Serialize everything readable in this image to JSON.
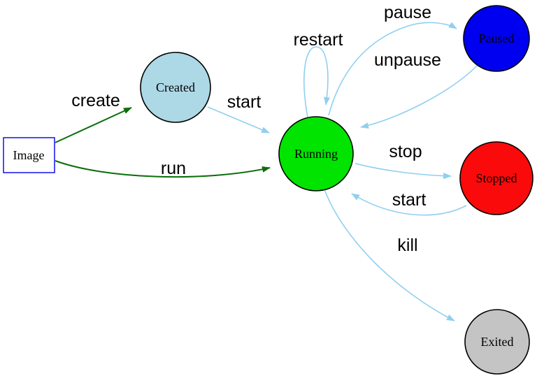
{
  "colors": {
    "background": "#FFFFFF",
    "edge_flow": "#90CFEF",
    "edge_create": "#0B6E0B",
    "label": "#000000",
    "node_outline": "#000000",
    "image_outline": "#2020EE"
  },
  "nodes": {
    "image": {
      "label": "Image",
      "shape": "rectangle",
      "fill": "#FFFFFF",
      "outline": "#2020EE"
    },
    "created": {
      "label": "Created",
      "shape": "circle",
      "fill": "#ADD8E6",
      "outline": "#000000"
    },
    "running": {
      "label": "Running",
      "shape": "circle",
      "fill": "#00E400",
      "outline": "#000000"
    },
    "paused": {
      "label": "Paused",
      "shape": "circle",
      "fill": "#0000F0",
      "outline": "#000000"
    },
    "stopped": {
      "label": "Stopped",
      "shape": "circle",
      "fill": "#FA0A0A",
      "outline": "#000000"
    },
    "exited": {
      "label": "Exited",
      "shape": "circle",
      "fill": "#C4C4C4",
      "outline": "#000000"
    }
  },
  "edges": {
    "create": {
      "label": "create",
      "from": "Image",
      "to": "Created",
      "type": "create"
    },
    "run": {
      "label": "run",
      "from": "Image",
      "to": "Running",
      "type": "create"
    },
    "start_created": {
      "label": "start",
      "from": "Created",
      "to": "Running",
      "type": "flow"
    },
    "restart": {
      "label": "restart",
      "from": "Running",
      "to": "Running",
      "type": "flow"
    },
    "pause": {
      "label": "pause",
      "from": "Running",
      "to": "Paused",
      "type": "flow"
    },
    "unpause": {
      "label": "unpause",
      "from": "Paused",
      "to": "Running",
      "type": "flow"
    },
    "stop": {
      "label": "stop",
      "from": "Running",
      "to": "Stopped",
      "type": "flow"
    },
    "start_stopped": {
      "label": "start",
      "from": "Stopped",
      "to": "Running",
      "type": "flow"
    },
    "kill": {
      "label": "kill",
      "from": "Running",
      "to": "Exited",
      "type": "flow"
    }
  }
}
